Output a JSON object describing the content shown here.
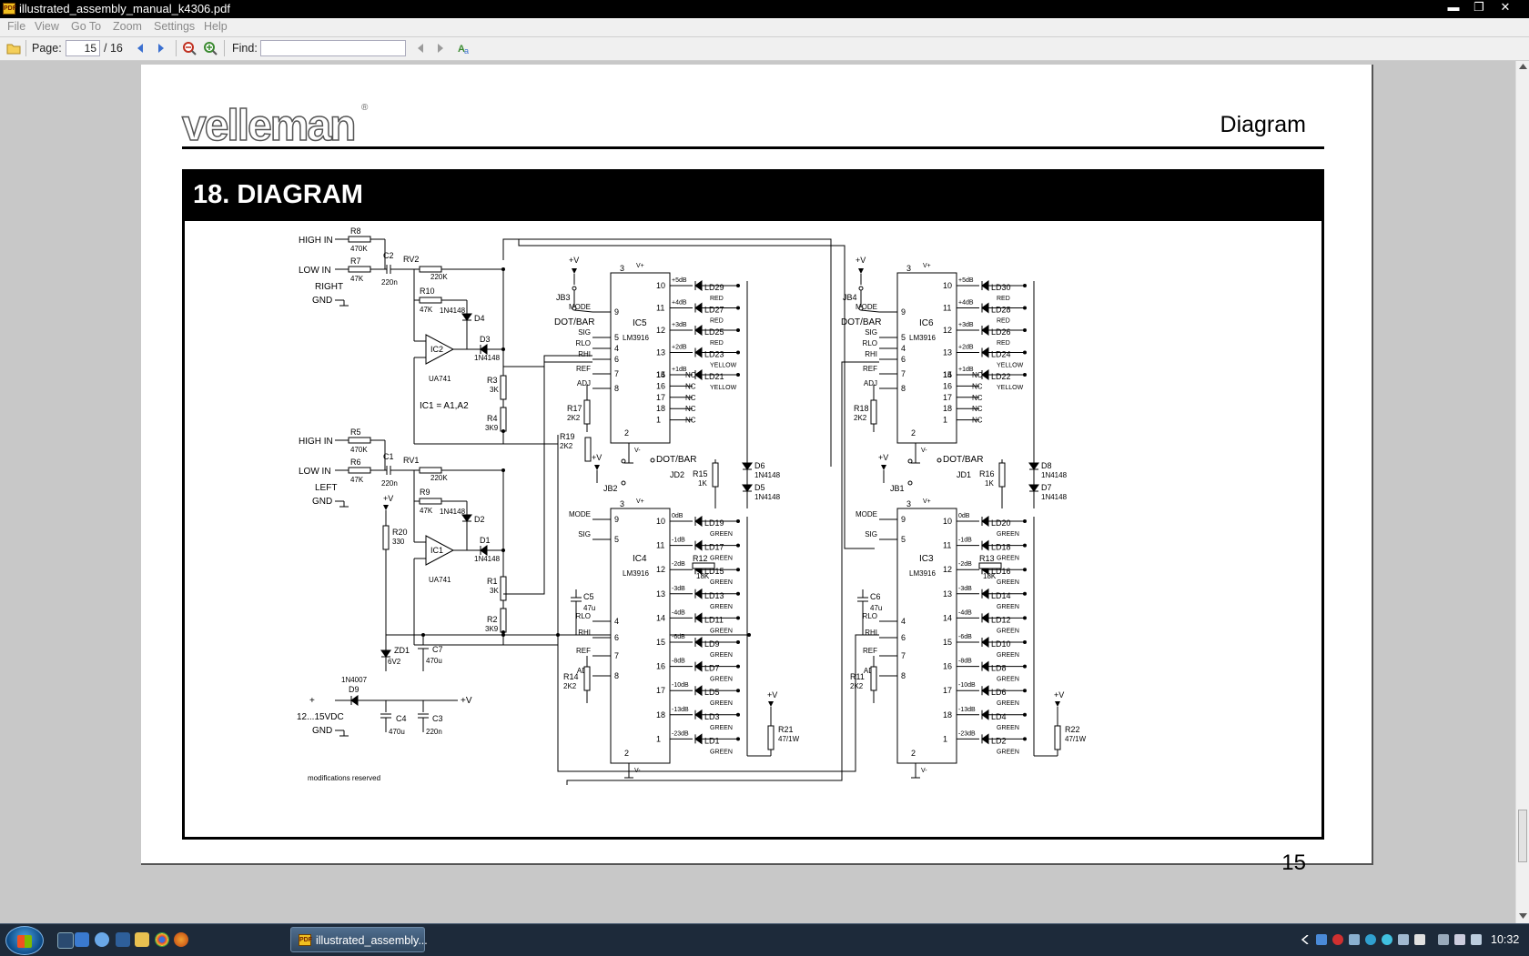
{
  "window": {
    "title": "illustrated_assembly_manual_k4306.pdf",
    "app_icon": "pdf-icon",
    "controls": {
      "minimize": "▬",
      "maximize": "❐",
      "close": "✕"
    }
  },
  "menu": [
    "File",
    "View",
    "Go To",
    "Zoom",
    "Settings",
    "Help"
  ],
  "toolbar": {
    "page_label": "Page:",
    "page_value": "15",
    "page_total": "/ 16",
    "find_label": "Find:",
    "find_value": ""
  },
  "document": {
    "logo": "velleman",
    "header_title": "Diagram",
    "section_title": "18. DIAGRAM",
    "page_number": "15",
    "footnote": "modifications reserved"
  },
  "schematic": {
    "right_inputs": [
      "HIGH IN",
      "LOW IN",
      "RIGHT",
      "GND"
    ],
    "left_inputs": [
      "HIGH IN",
      "LOW IN",
      "LEFT",
      "GND"
    ],
    "power_labels": [
      "12...15VDC",
      "GND",
      "+",
      "+V"
    ],
    "opamp_note": "IC1 = A1,A2",
    "right_components": [
      {
        "ref": "R8",
        "val": "470K"
      },
      {
        "ref": "R7",
        "val": "47K"
      },
      {
        "ref": "C2",
        "val": "220n"
      },
      {
        "ref": "RV2",
        "val": "220K"
      },
      {
        "ref": "R10",
        "val": "47K"
      },
      {
        "ref": "D4",
        "val": "1N4148"
      },
      {
        "ref": "IC2",
        "val": "UA741"
      },
      {
        "ref": "D3",
        "val": "1N4148"
      },
      {
        "ref": "R3",
        "val": "3K"
      },
      {
        "ref": "R4",
        "val": "3K9"
      }
    ],
    "left_components": [
      {
        "ref": "R5",
        "val": "470K"
      },
      {
        "ref": "R6",
        "val": "47K"
      },
      {
        "ref": "C1",
        "val": "220n"
      },
      {
        "ref": "RV1",
        "val": "220K"
      },
      {
        "ref": "R9",
        "val": "47K"
      },
      {
        "ref": "D2",
        "val": "1N4148"
      },
      {
        "ref": "IC1",
        "val": "UA741"
      },
      {
        "ref": "D1",
        "val": "1N4148"
      },
      {
        "ref": "R1",
        "val": "3K"
      },
      {
        "ref": "R2",
        "val": "3K9"
      },
      {
        "ref": "R20",
        "val": "330"
      },
      {
        "ref": "ZD1",
        "val": "6V2"
      },
      {
        "ref": "C7",
        "val": "470u"
      },
      {
        "ref": "D9",
        "val": "1N4007"
      },
      {
        "ref": "C4",
        "val": "470u"
      },
      {
        "ref": "C3",
        "val": "220n"
      }
    ],
    "ic_type": "LM3916",
    "ics": [
      {
        "name": "IC5",
        "jumper": "JB3",
        "adj_res": "R17",
        "adj_val": "2K2",
        "gnd_res": "R19",
        "gnd_val": "2K2"
      },
      {
        "name": "IC4",
        "jumper": "JB2",
        "adj_res": "R14",
        "adj_val": "2K2",
        "cap": "C5",
        "cap_val": "47u"
      },
      {
        "name": "IC6",
        "jumper": "JB4",
        "adj_res": "R18",
        "adj_val": "2K2"
      },
      {
        "name": "IC3",
        "jumper": "JB1",
        "adj_res": "R11",
        "adj_val": "2K2",
        "cap": "C6",
        "cap_val": "47u"
      }
    ],
    "upper_pins": [
      "10",
      "11",
      "12",
      "13",
      "14",
      "15",
      "16",
      "17",
      "18",
      "1"
    ],
    "upper_db": [
      "+5dB",
      "+4dB",
      "+3dB",
      "+2dB",
      "+1dB"
    ],
    "upper_colors": [
      "RED",
      "RED",
      "RED",
      "YELLOW",
      "YELLOW"
    ],
    "ic5_leds": [
      "LD29",
      "LD27",
      "LD25",
      "LD23",
      "LD21"
    ],
    "ic6_leds": [
      "LD30",
      "LD28",
      "LD26",
      "LD24",
      "LD22"
    ],
    "nc": "NC",
    "lower_pins": [
      "10",
      "11",
      "12",
      "13",
      "14",
      "15",
      "16",
      "17",
      "18",
      "1"
    ],
    "lower_db": [
      "0dB",
      "-1dB",
      "-2dB",
      "-3dB",
      "-4dB",
      "-6dB",
      "-8dB",
      "-10dB",
      "-13dB",
      "-23dB"
    ],
    "lower_color": "GREEN",
    "ic4_leds": [
      "LD19",
      "LD17",
      "LD15",
      "LD13",
      "LD11",
      "LD9",
      "LD7",
      "LD5",
      "LD3",
      "LD1"
    ],
    "ic3_leds": [
      "LD20",
      "LD18",
      "LD16",
      "LD14",
      "LD12",
      "LD10",
      "LD8",
      "LD6",
      "LD4",
      "LD2"
    ],
    "ic_pin_labels": [
      "SIG",
      "RLO",
      "RHI",
      "REF",
      "ADJ",
      "MODE",
      "V+",
      "V-",
      "DOT/BAR"
    ],
    "mid_left": {
      "d6": "D6",
      "d5": "D5",
      "diode": "1N4148",
      "r15": "R15",
      "r15_val": "1K",
      "jd2": "JD2",
      "r12": "R12",
      "r12_val": "18K",
      "r21": "R21",
      "r21_val": "47/1W"
    },
    "mid_right": {
      "d8": "D8",
      "d7": "D7",
      "diode": "1N4148",
      "r16": "R16",
      "r16_val": "1K",
      "jd1": "JD1",
      "r13": "R13",
      "r13_val": "18K",
      "r22": "R22",
      "r22_val": "47/1W"
    }
  },
  "taskbar": {
    "task_button": "illustrated_assembly...",
    "clock": "10:32",
    "quicklaunch": [
      "show-desktop-icon",
      "explorer-icon",
      "ie-icon",
      "computer-icon",
      "folder-icon",
      "chrome-icon",
      "firefox-icon"
    ]
  }
}
